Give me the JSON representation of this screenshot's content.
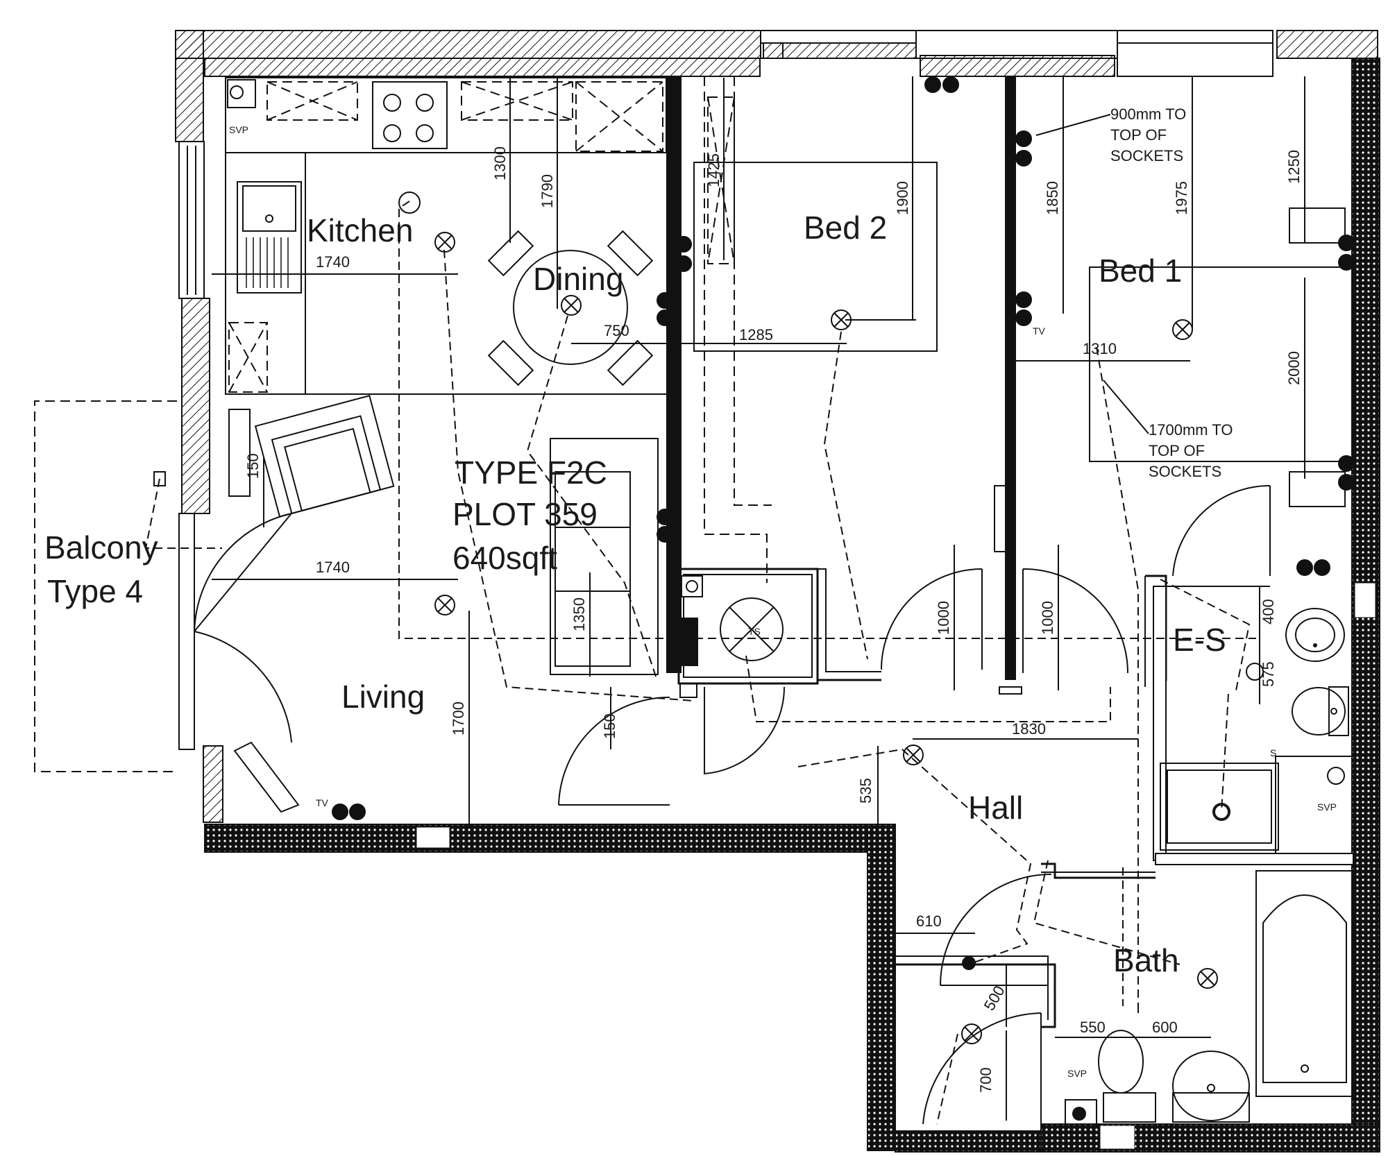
{
  "rooms": {
    "kitchen": "Kitchen",
    "dining": "Dining",
    "bed2": "Bed 2",
    "bed1": "Bed 1",
    "living": "Living",
    "hall": "Hall",
    "bath": "Bath",
    "es": "E-S",
    "balcony_line1": "Balcony",
    "balcony_line2": "Type 4"
  },
  "plot": {
    "type": "TYPE F2C",
    "plot": "PLOT 359",
    "area": "640sqft"
  },
  "notes": {
    "sockets_900_l1": "900mm TO",
    "sockets_900_l2": "TOP OF",
    "sockets_900_l3": "SOCKETS",
    "sockets_1700_l1": "1700mm TO",
    "sockets_1700_l2": "TOP OF",
    "sockets_1700_l3": "SOCKETS"
  },
  "labels": {
    "svp": "SVP",
    "tv": "TV",
    "ts": "TS",
    "s": "S"
  },
  "dimensions": {
    "kitchen_1740_top": "1740",
    "kitchen_1740_bottom": "1740",
    "d1300": "1300",
    "d1790": "1790",
    "d1425": "1425",
    "d750": "750",
    "d1285": "1285",
    "d1900": "1900",
    "d1850": "1850",
    "d1975": "1975",
    "d1250": "1250",
    "d1310": "1310",
    "d2000": "2000",
    "d150_living": "150",
    "d1350": "1350",
    "d1700": "1700",
    "d150_door": "150",
    "d1000_a": "1000",
    "d1000_b": "1000",
    "d400": "400",
    "d575": "575",
    "d1830": "1830",
    "d535": "535",
    "d610": "610",
    "d500": "500",
    "d700": "700",
    "d550": "550",
    "d600": "600"
  }
}
